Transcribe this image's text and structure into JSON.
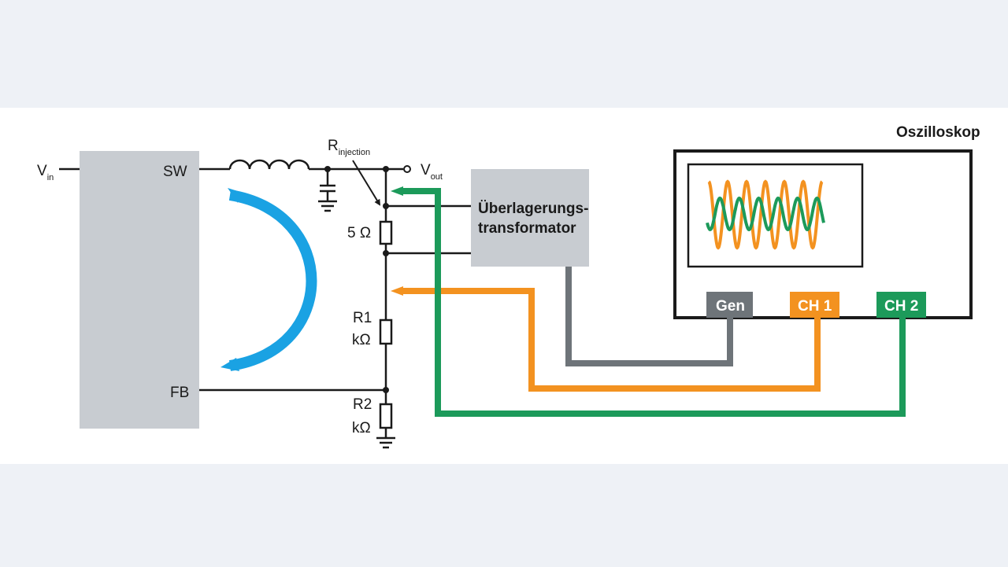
{
  "labels": {
    "vin_main": "V",
    "vin_sub": "in",
    "sw": "SW",
    "fb": "FB",
    "rinj_main": "R",
    "rinj_sub": "injection",
    "vout_main": "V",
    "vout_sub": "out",
    "r5": "5 Ω",
    "r1_line1": "R1",
    "r1_line2": "kΩ",
    "r2_line1": "R2",
    "r2_line2": "kΩ",
    "transformer_line1": "Überlagerungs-",
    "transformer_line2": "transformator",
    "scope_title": "Oszilloskop",
    "gen": "Gen",
    "ch1": "CH 1",
    "ch2": "CH 2"
  },
  "colors": {
    "page_band": "#eef1f6",
    "canvas": "#ffffff",
    "ic_block": "#c8ccd1",
    "transformer_box": "#c8ccd1",
    "wire": "#1a1a1a",
    "feedback_arc": "#1aa2e3",
    "gen_cable": "#6e7479",
    "ch1_cable": "#f39220",
    "ch2_cable": "#1c9a5a",
    "gen_button": "#6e7479",
    "ch1_button": "#f39220",
    "ch2_button": "#1c9a5a"
  },
  "icons": {
    "inductor": "inductor-icon",
    "capacitor": "capacitor-icon",
    "ground": "ground-icon",
    "resistor": "resistor-icon",
    "feedback_arc": "feedback-arc-arrow",
    "waveform": "sine-waveform"
  }
}
